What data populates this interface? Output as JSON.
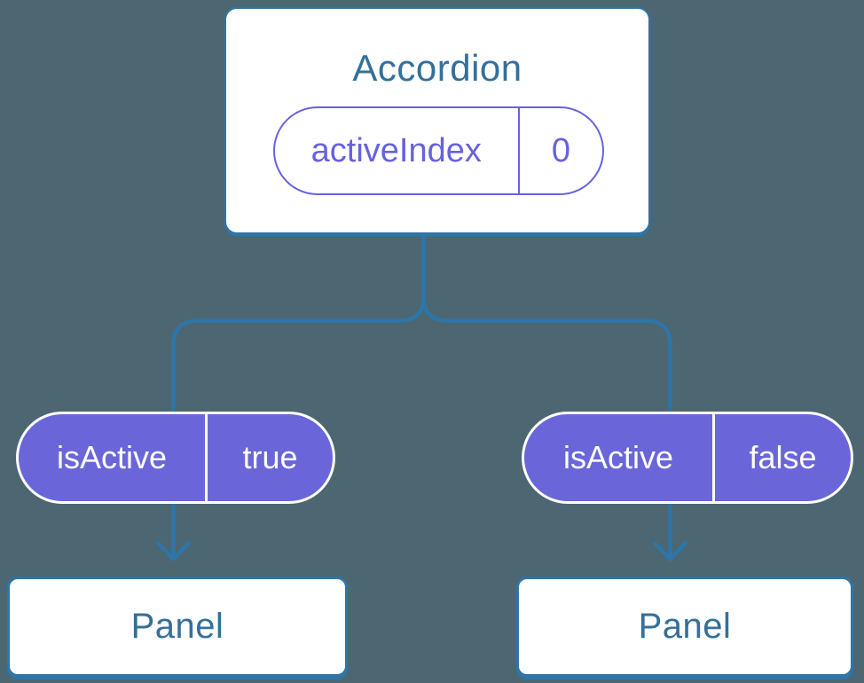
{
  "diagram": {
    "root": {
      "title": "Accordion",
      "state_pill": {
        "name": "activeIndex",
        "value": "0"
      }
    },
    "branches": [
      {
        "prop_pill": {
          "name": "isActive",
          "value": "true"
        },
        "child": {
          "title": "Panel"
        }
      },
      {
        "prop_pill": {
          "name": "isActive",
          "value": "false"
        },
        "child": {
          "title": "Panel"
        }
      }
    ],
    "colors": {
      "background": "#4c6771",
      "connector_blue": "#2e75a8",
      "node_border_blue": "#2e75a8",
      "node_text_blue": "#33709a",
      "pill_purple": "#6a66d9",
      "pill_outline_purple": "#6762df",
      "pill_text_white": "#ffffff",
      "node_fill": "#ffffff"
    }
  }
}
